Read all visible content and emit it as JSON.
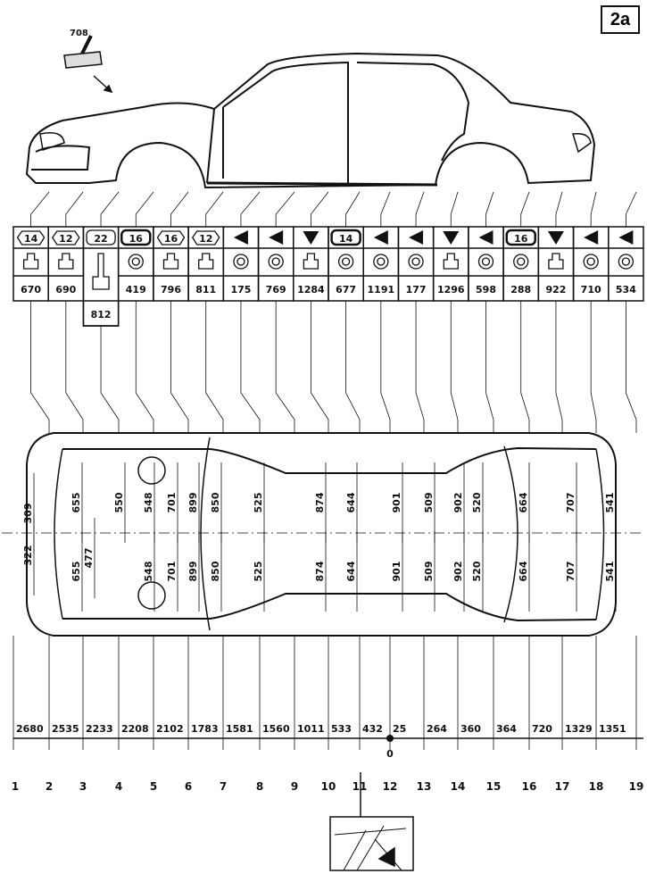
{
  "page_badge": "2a",
  "detail_label": "708",
  "fixture_table": {
    "columns": [
      {
        "symbol": "hex",
        "symbol_value": "14",
        "support": "pad",
        "value": "670"
      },
      {
        "symbol": "hex",
        "symbol_value": "12",
        "support": "pad",
        "value": "690"
      },
      {
        "symbol": "rounded",
        "symbol_value": "22",
        "support": "pin",
        "value": "812"
      },
      {
        "symbol": "rounded-bold",
        "symbol_value": "16",
        "support": "ring",
        "value": "419"
      },
      {
        "symbol": "hex",
        "symbol_value": "16",
        "support": "pad",
        "value": "796"
      },
      {
        "symbol": "hex",
        "symbol_value": "12",
        "support": "pad",
        "value": "811"
      },
      {
        "symbol": "triangle-left",
        "symbol_value": "",
        "support": "ring",
        "value": "175"
      },
      {
        "symbol": "triangle-left",
        "symbol_value": "",
        "support": "ring",
        "value": "769"
      },
      {
        "symbol": "triangle-down",
        "symbol_value": "",
        "support": "pad",
        "value": "1284"
      },
      {
        "symbol": "rounded-bold",
        "symbol_value": "14",
        "support": "ring",
        "value": "677"
      },
      {
        "symbol": "triangle-left",
        "symbol_value": "",
        "support": "ring",
        "value": "1191"
      },
      {
        "symbol": "triangle-left",
        "symbol_value": "",
        "support": "ring",
        "value": "177"
      },
      {
        "symbol": "triangle-down",
        "symbol_value": "",
        "support": "pad",
        "value": "1296"
      },
      {
        "symbol": "triangle-left",
        "symbol_value": "",
        "support": "ring",
        "value": "598"
      },
      {
        "symbol": "rounded-bold",
        "symbol_value": "16",
        "support": "ring",
        "value": "288"
      },
      {
        "symbol": "triangle-down",
        "symbol_value": "",
        "support": "pad",
        "value": "922"
      },
      {
        "symbol": "triangle-left",
        "symbol_value": "",
        "support": "ring",
        "value": "710"
      },
      {
        "symbol": "triangle-left",
        "symbol_value": "",
        "support": "ring",
        "value": "534"
      }
    ]
  },
  "plan_view": {
    "upper_dims": [
      "309",
      "655",
      "550",
      "548",
      "701",
      "899",
      "850",
      "525",
      "874",
      "644",
      "901",
      "509",
      "902",
      "520",
      "664",
      "707",
      "541"
    ],
    "lower_dims": [
      "322",
      "655",
      "477",
      "548",
      "701",
      "899",
      "850",
      "525",
      "874",
      "644",
      "901",
      "509",
      "902",
      "520",
      "664",
      "707",
      "541"
    ]
  },
  "longitudinal": {
    "distances": [
      "2680",
      "2535",
      "2233",
      "2208",
      "2102",
      "1783",
      "1581",
      "1560",
      "1011",
      "533",
      "432",
      "25",
      "264",
      "360",
      "364",
      "720",
      "1329",
      "1351"
    ],
    "origin_label": "0",
    "stations": [
      "1",
      "2",
      "3",
      "4",
      "5",
      "6",
      "7",
      "8",
      "9",
      "10",
      "11",
      "12",
      "13",
      "14",
      "15",
      "16",
      "17",
      "18",
      "19"
    ]
  }
}
